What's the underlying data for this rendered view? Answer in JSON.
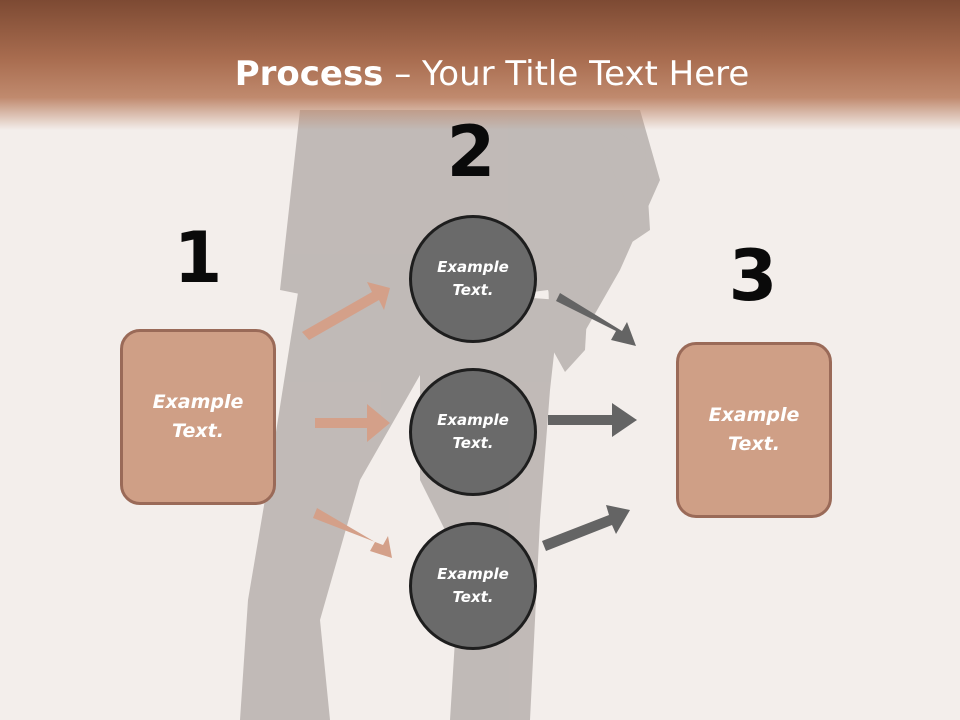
{
  "title": {
    "bold": "Process",
    "rest": " – Your Title Text Here"
  },
  "steps": [
    {
      "number": "1",
      "box_text": "Example Text."
    },
    {
      "number": "2",
      "circles": [
        "Example Text.",
        "Example Text.",
        "Example Text."
      ]
    },
    {
      "number": "3",
      "box_text": "Example Text."
    }
  ],
  "colors": {
    "header": "#a86c4f",
    "box_fill": "#cf9f86",
    "box_border": "#9a6a58",
    "circle_fill": "#6a6a6a",
    "arrow_left": "#d4a089",
    "arrow_right": "#646464"
  }
}
